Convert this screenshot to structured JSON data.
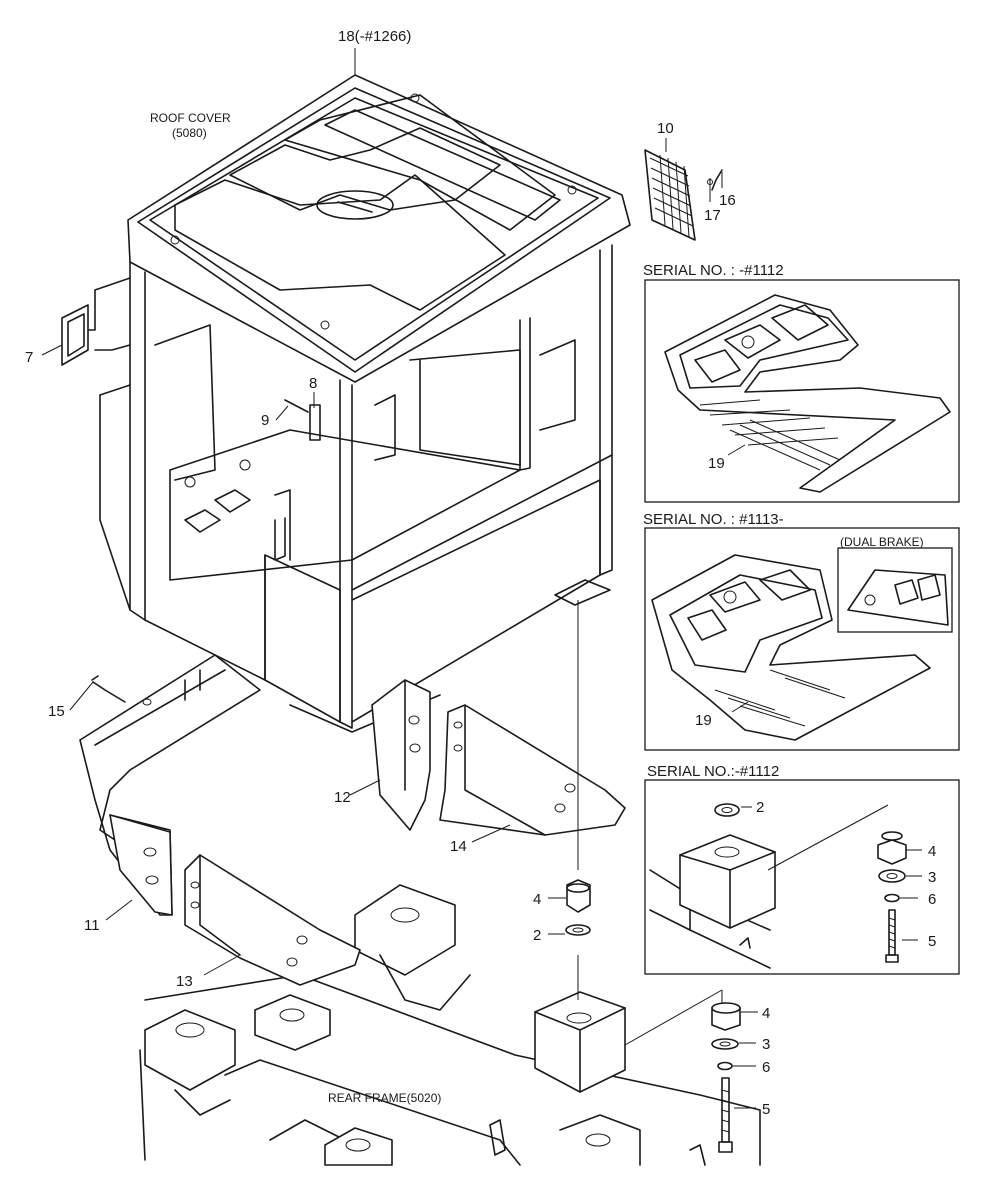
{
  "diagram": {
    "labels": {
      "roof_cover": "ROOF COVER",
      "roof_cover_code": "(5080)",
      "rear_frame": "REAR FRAME(5020)",
      "dual_brake": "(DUAL BRAKE)"
    },
    "serial_labels": {
      "floor_old": "SERIAL NO. : -#1112",
      "floor_new": "SERIAL NO. : #1113-",
      "mount_old": "SERIAL NO.:-#1112"
    },
    "callouts": {
      "p18": "18(-#1266)",
      "p10": "10",
      "p16": "16",
      "p17": "17",
      "p7": "7",
      "p8": "8",
      "p9": "9",
      "p15": "15",
      "p11": "11",
      "p12": "12",
      "p13": "13",
      "p14": "14",
      "p19a": "19",
      "p19b": "19",
      "inset_p2": "2",
      "inset_p4": "4",
      "inset_p3": "3",
      "inset_p6": "6",
      "inset_p5": "5",
      "main_p4": "4",
      "main_p2": "2",
      "right_p4": "4",
      "right_p3": "3",
      "right_p6": "6",
      "right_p5": "5"
    }
  }
}
